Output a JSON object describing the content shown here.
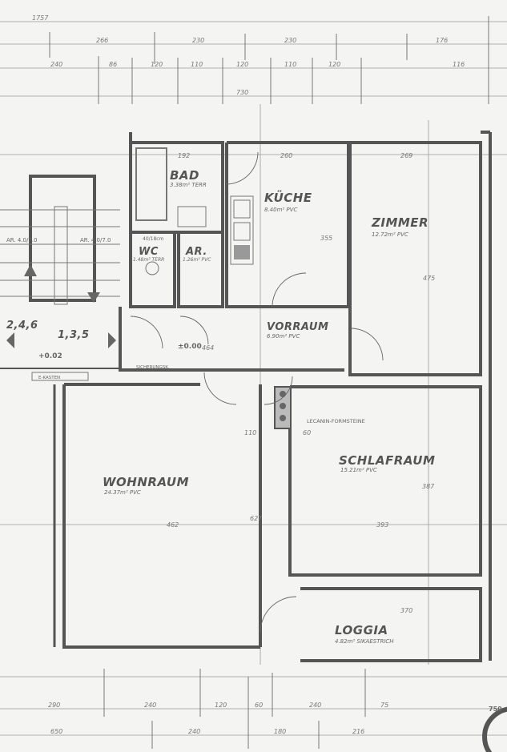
{
  "plan": {
    "rooms": {
      "bad": {
        "name": "BAD",
        "area": "3.38m² TERR"
      },
      "kueche": {
        "name": "KÜCHE",
        "area": "8.40m² PVC"
      },
      "zimmer": {
        "name": "ZIMMER",
        "area": "12.72m² PVC"
      },
      "wc": {
        "name": "WC",
        "area": "1.48m² TERR"
      },
      "ar": {
        "name": "AR.",
        "area": "1.26m² PVC"
      },
      "vorraum": {
        "name": "VORRAUM",
        "area": "6.90m² PVC"
      },
      "wohnraum": {
        "name": "WOHNRAUM",
        "area": "24.37m² PVC"
      },
      "schlafraum": {
        "name": "SCHLAFRAUM",
        "area": "15.21m² PVC"
      },
      "loggia": {
        "name": "LOGGIA",
        "area": "4.82m² SIKAESTRICH"
      }
    },
    "stair": {
      "left_label": "2,4,6",
      "right_label": "1,3,5",
      "level": "+0.02",
      "ar_left": "AR. 4.0/7.0",
      "ar_right": "AR. 4.0/7.0"
    },
    "annotations": {
      "level_main": "±0.00",
      "level_dim": "464",
      "fuse_box": "SICHERUNGSK.",
      "e_box": "E-KASTEN",
      "chimney": "LECANIN-FORMSTEINE",
      "vent": "40/18cm"
    },
    "dims_top": {
      "row1": [
        "1757"
      ],
      "row2": [
        "266",
        "230",
        "230",
        "176"
      ],
      "row3": [
        "240",
        "86",
        "120",
        "110",
        "120",
        "110",
        "120",
        "116"
      ],
      "row4": [
        "730"
      ]
    },
    "dims_bottom": {
      "row1": [
        "290",
        "240",
        "120",
        "60",
        "240",
        "75"
      ],
      "row2": [
        "650",
        "240",
        "180",
        "216"
      ]
    },
    "dims_inner": [
      "192",
      "260",
      "269",
      "355",
      "475",
      "462",
      "627",
      "393",
      "387",
      "370",
      "110",
      "60"
    ],
    "stamp": "750"
  }
}
